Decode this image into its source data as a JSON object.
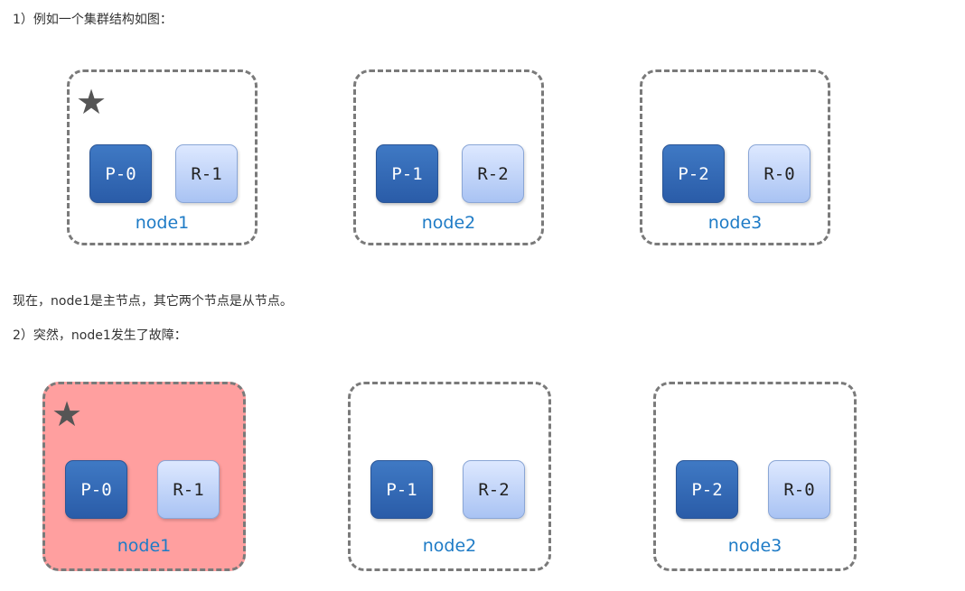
{
  "text": {
    "line1": "1）例如一个集群结构如图：",
    "line2": "现在，node1是主节点，其它两个节点是从节点。",
    "line3": "2）突然，node1发生了故障："
  },
  "diagram1": {
    "nodes": [
      {
        "label": "node1",
        "master": true,
        "primary": "P-0",
        "replica": "R-1"
      },
      {
        "label": "node2",
        "master": false,
        "primary": "P-1",
        "replica": "R-2"
      },
      {
        "label": "node3",
        "master": false,
        "primary": "P-2",
        "replica": "R-0"
      }
    ]
  },
  "diagram2": {
    "nodes": [
      {
        "label": "node1",
        "master": true,
        "failed": true,
        "failed_color": "#ff9f9f",
        "primary": "P-0",
        "replica": "R-1"
      },
      {
        "label": "node2",
        "master": false,
        "primary": "P-1",
        "replica": "R-2"
      },
      {
        "label": "node3",
        "master": false,
        "primary": "P-2",
        "replica": "R-0"
      }
    ]
  },
  "colors": {
    "primary_shard": "#2f67b4",
    "replica_shard": "#c4d7fb",
    "node_label": "#1e7bc6",
    "node_border": "#7a7a7a"
  }
}
